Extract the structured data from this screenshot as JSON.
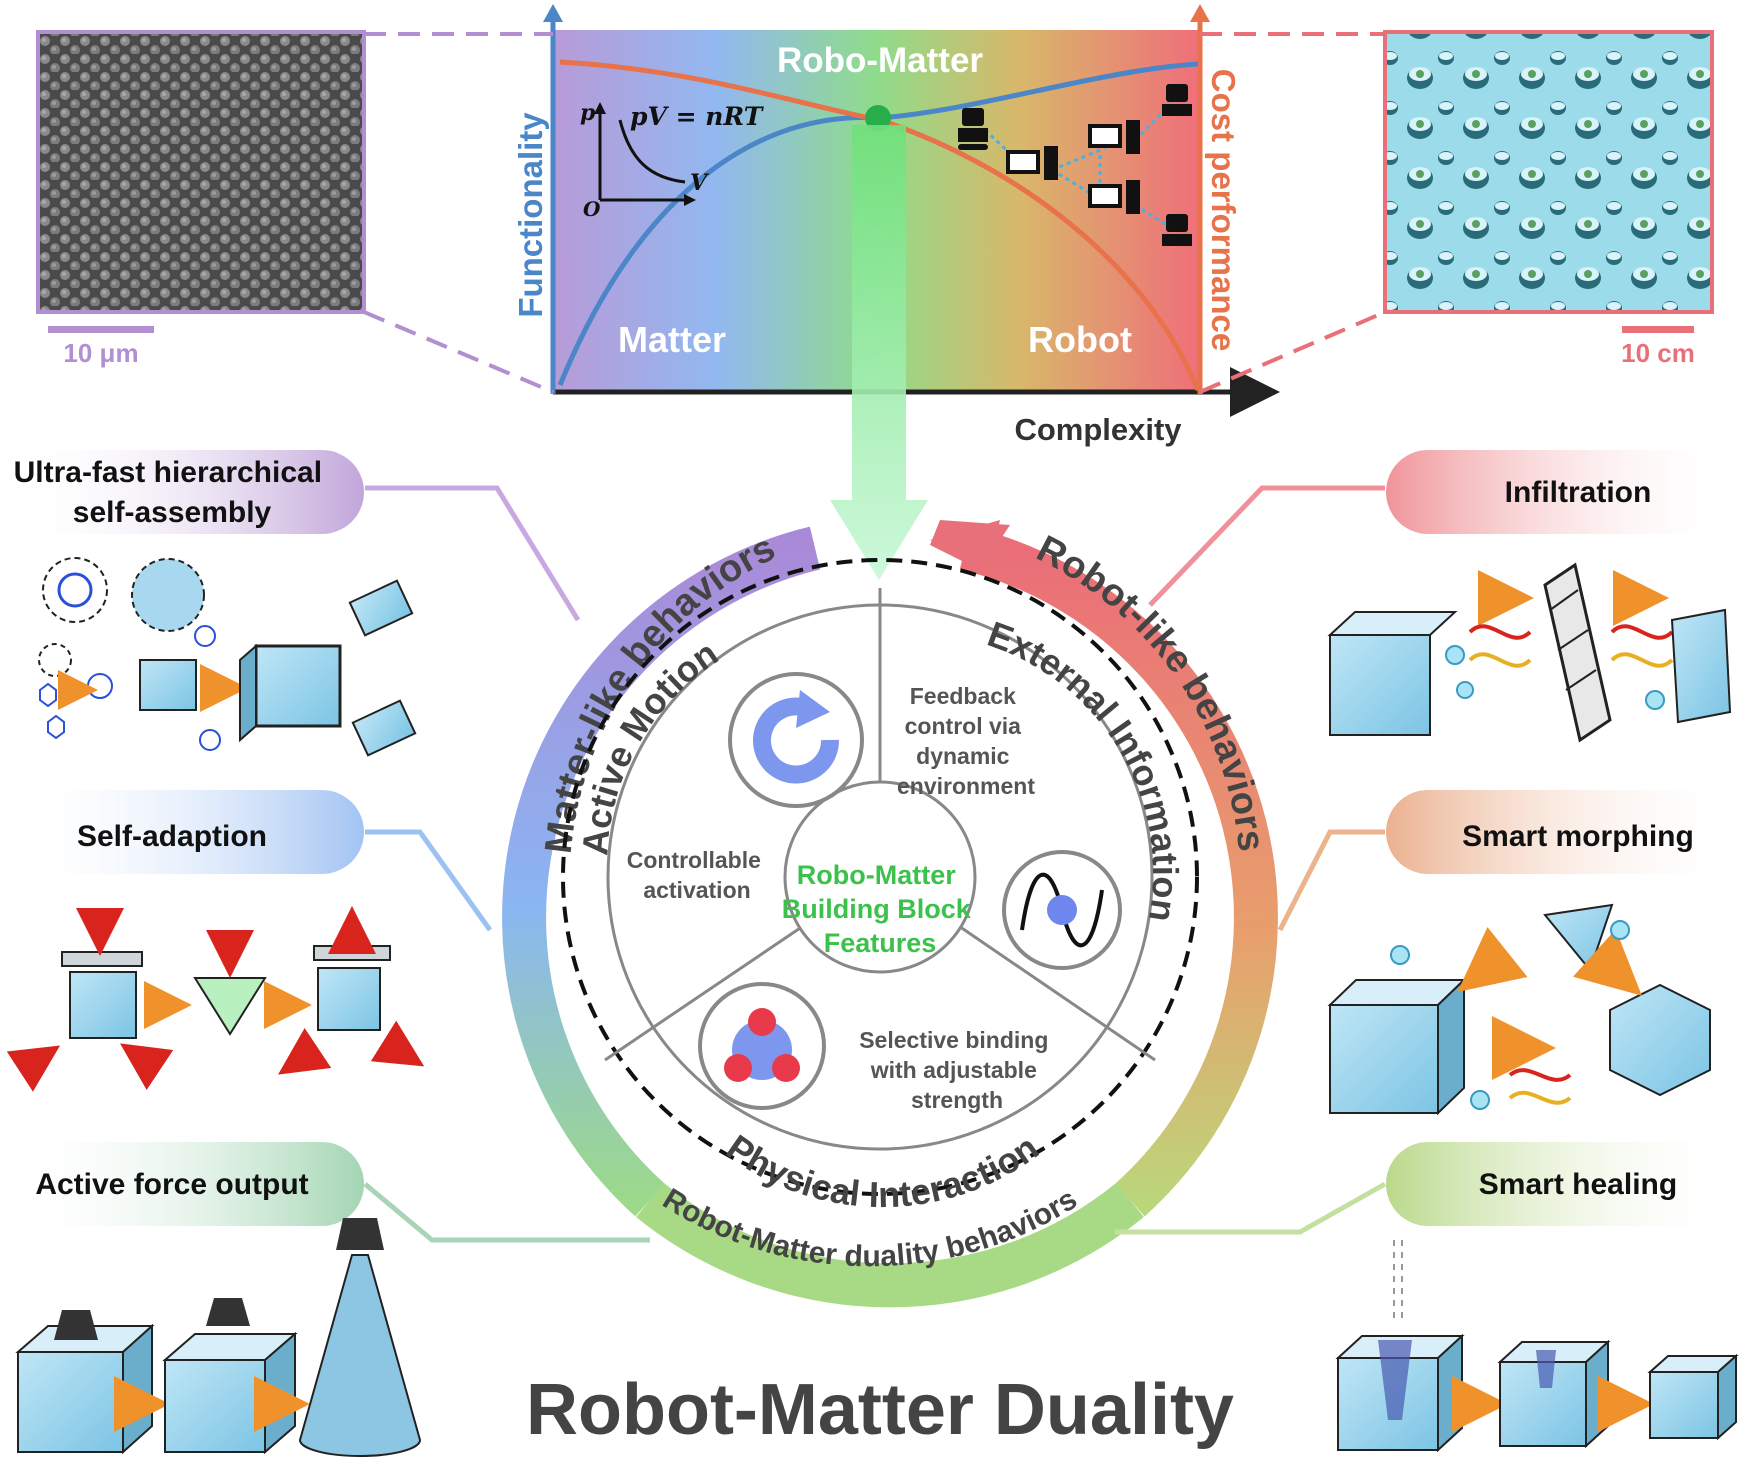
{
  "title": "Robot-Matter Duality",
  "top_chart": {
    "x_axis_label": "Complexity",
    "left_axis_label": "Functionality",
    "right_axis_label": "Cost performance",
    "intersection_label": "Robo-Matter",
    "left_region_label": "Matter",
    "right_region_label": "Robot",
    "equation": "pV = nRT",
    "inset_p": "p",
    "inset_v": "V",
    "inset_o": "O",
    "colors": {
      "functionality": "#4a86c8",
      "cost": "#e8724a",
      "marker": "#27ae4a"
    }
  },
  "micrograph_left": {
    "scale_label": "10 μm",
    "color": "#b18fd0"
  },
  "photo_right": {
    "scale_label": "10 cm",
    "color": "#e96f78"
  },
  "center": {
    "core_lines": [
      "Robo-Matter",
      "Building Block",
      "Features"
    ],
    "sectors": {
      "active_motion": "Active Motion",
      "external_information": "External Information",
      "physical_interaction": "Physical Interaction"
    },
    "descriptions": {
      "controllable": [
        "Controllable",
        "activation"
      ],
      "feedback": [
        "Feedback",
        "control via",
        "dynamic",
        "environment"
      ],
      "selective": [
        "Selective binding",
        "with adjustable",
        "strength"
      ]
    },
    "arcs": {
      "matter_like": "Matter-like behaviors",
      "robot_like": "Robot-like behaviors",
      "duality": "Robot-Matter duality behaviors"
    }
  },
  "left_behaviors": [
    {
      "lines": [
        "Ultra-fast hierarchical",
        "self-assembly"
      ],
      "color": "#b18fd0"
    },
    {
      "lines": [
        "Self-adaption"
      ],
      "color": "#8ab4f0"
    },
    {
      "lines": [
        "Active force output"
      ],
      "color": "#8ccaa0"
    }
  ],
  "right_behaviors": [
    {
      "lines": [
        "Infiltration"
      ],
      "color": "#ec7a80"
    },
    {
      "lines": [
        "Smart morphing"
      ],
      "color": "#e69e74"
    },
    {
      "lines": [
        "Smart healing"
      ],
      "color": "#a9cf6e"
    }
  ]
}
